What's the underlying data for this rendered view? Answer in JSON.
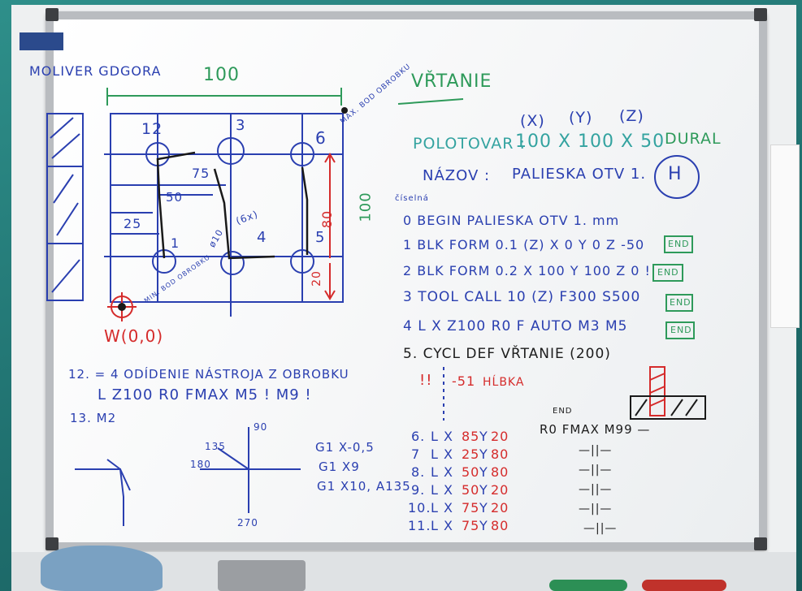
{
  "title_left": "MOLIVER GDGORA",
  "section_title": "VŘTANIE",
  "drawing": {
    "width_label": "100",
    "height_label": "100",
    "max_point": "MAX. BOD OBROBKU",
    "min_point": "MIN. BOD OBROBKU",
    "origin_label": "W(0,0)",
    "points": [
      "12",
      "3",
      "6",
      "1",
      "4",
      "5"
    ],
    "dims": [
      "75",
      "50",
      "25",
      "80",
      "20"
    ],
    "hole_note": "(6x)",
    "diameter_note": "ø10"
  },
  "axes_header": [
    "(X)",
    "(Y)",
    "(Z)"
  ],
  "blank_line": {
    "label": "POLOTOVAR :",
    "value": "100 X 100 X 50",
    "material": "DURAL"
  },
  "name_line": {
    "label": "NÁZOV :",
    "value": "PALIESKA OTV 1.",
    "circle": "H"
  },
  "small_note": "číselná",
  "program": [
    "0  BEGIN  PALIESKA OTV 1. mm",
    "1  BLK FORM 0.1 (Z) X 0  Y 0  Z -50",
    "2  BLK FORM 0.2  X 100 Y 100 Z 0 !",
    "3  TOOL CALL 10 (Z)  F300 S500",
    "4  L X Z100  R0  F AUTO  M3 M5",
    "5. CYCL DEF VŘTANIE (200)"
  ],
  "end_tags": [
    "END",
    "END",
    "END",
    "END"
  ],
  "depth_note": {
    "marks": "!!",
    "value": "-51",
    "label": "HĹBKA"
  },
  "end_label_small": "END",
  "call_line": "R0 FMAX M99 —",
  "moves": [
    {
      "n": "6.",
      "x": "85",
      "y": "20"
    },
    {
      "n": "7",
      "x": "25",
      "y": "80"
    },
    {
      "n": "8.",
      "x": "50",
      "y": "80"
    },
    {
      "n": "9.",
      "x": "50",
      "y": "20"
    },
    {
      "n": "10.",
      "x": "75",
      "y": "20"
    },
    {
      "n": "11.",
      "x": "75",
      "y": "80"
    }
  ],
  "ditto": [
    "—||—",
    "—||—",
    "—||—",
    "—||—",
    "—||—"
  ],
  "retract": {
    "line1": "12. = 4  ODÍDENIE NÁSTROJA Z OBROBKU",
    "line2": "L Z100  R0 FMAX  M5 ! M9 !",
    "line3": "13. M2"
  },
  "angle_labels": [
    "90",
    "135",
    "180",
    "270"
  ],
  "g_code": [
    "G1 X-0,5",
    "G1 X9",
    "G1 X10, A135"
  ],
  "colors": {
    "blue": "#2a3fb0",
    "green": "#2e9a5a",
    "red": "#d52b2b",
    "teal": "#34a3a0"
  }
}
